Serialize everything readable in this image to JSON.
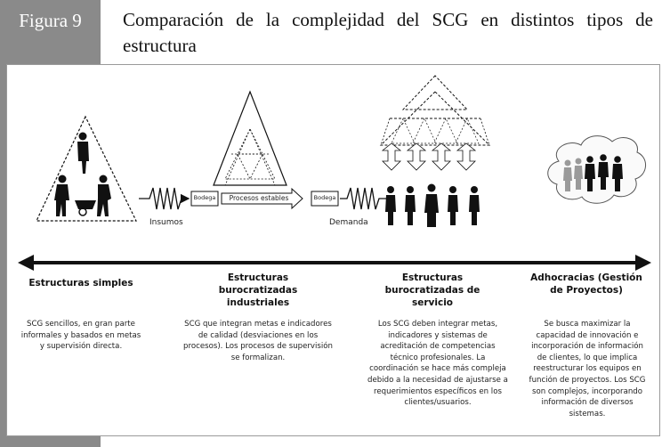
{
  "figure": {
    "label": "Figura 9",
    "title": "Comparación de la complejidad del SCG en distintos tipos de estructura"
  },
  "diagram": {
    "labels": {
      "insumos": "Insumos",
      "demanda": "Demanda",
      "bodega_left": "Bodega",
      "procesos_estables": "Procesos estables",
      "bodega_right": "Bodega"
    },
    "columns": [
      {
        "heading": "Estructuras simples",
        "body": "SCG sencillos, en gran parte informales y basados en metas y supervisión directa."
      },
      {
        "heading": "Estructuras burocratizadas industriales",
        "body": "SCG que integran metas e indicadores de calidad (desviaciones en los procesos).  Los procesos de supervisión se formalizan."
      },
      {
        "heading": "Estructuras burocratizadas de servicio",
        "body": "Los SCG deben integrar metas, indicadores y sistemas de acreditación de competencias técnico profesionales.  La coordinación se hace más compleja debido a la necesidad de ajustarse a requerimientos específicos en los clientes/usuarios."
      },
      {
        "heading": "Adhocracias (Gestión de Proyectos)",
        "body": "Se busca maximizar la capacidad de innovación e incorporación de información de clientes, lo que implica reestructurar los equipos en función de proyectos. Los SCG son complejos, incorporando información de diversos sistemas."
      }
    ],
    "colors": {
      "sidebar": "#8a8a8a",
      "ink": "#111111",
      "border": "#9a9a9a",
      "silhouette_gray": "#9a9a9a"
    }
  }
}
